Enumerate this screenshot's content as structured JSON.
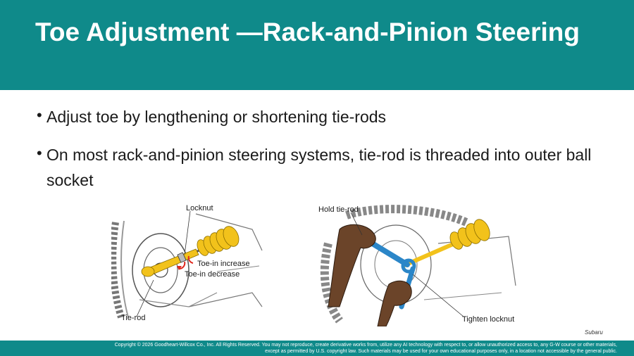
{
  "slide": {
    "title": "Toe Adjustment —Rack-and-Pinion Steering",
    "bullets": [
      "Adjust toe by lengthening or shortening tie-rods",
      "On most rack-and-pinion steering systems, tie-rod is threaded into outer ball socket"
    ]
  },
  "figure_left": {
    "labels": {
      "locknut": "Locknut",
      "toe_in_increase": "Toe-in increase",
      "toe_in_decrease": "Toe-in decrease",
      "tie_rod": "Tie-rod"
    }
  },
  "figure_right": {
    "labels": {
      "hold_tie_rod": "Hold tie-rod",
      "tighten_locknut": "Tighten locknut"
    }
  },
  "credit": "Subaru",
  "footer": {
    "line1": "Copyright © 2026 Goodheart-Willcox Co., Inc. All Rights Reserved. You may not reproduce, create derivative works from, utilize any AI technology with respect to, or allow unauthorized access to, any G-W course or other materials,",
    "line2": "except as permitted by U.S. copyright law. Such materials may be used for your own educational purposes only, in a location not accessible by the general public."
  },
  "colors": {
    "header": "#0f8a8a",
    "boot_yellow": "#f2c21b",
    "wrench_blue": "#2b86c8",
    "arrow_red": "#e0281e",
    "skin": "#6b4429"
  }
}
